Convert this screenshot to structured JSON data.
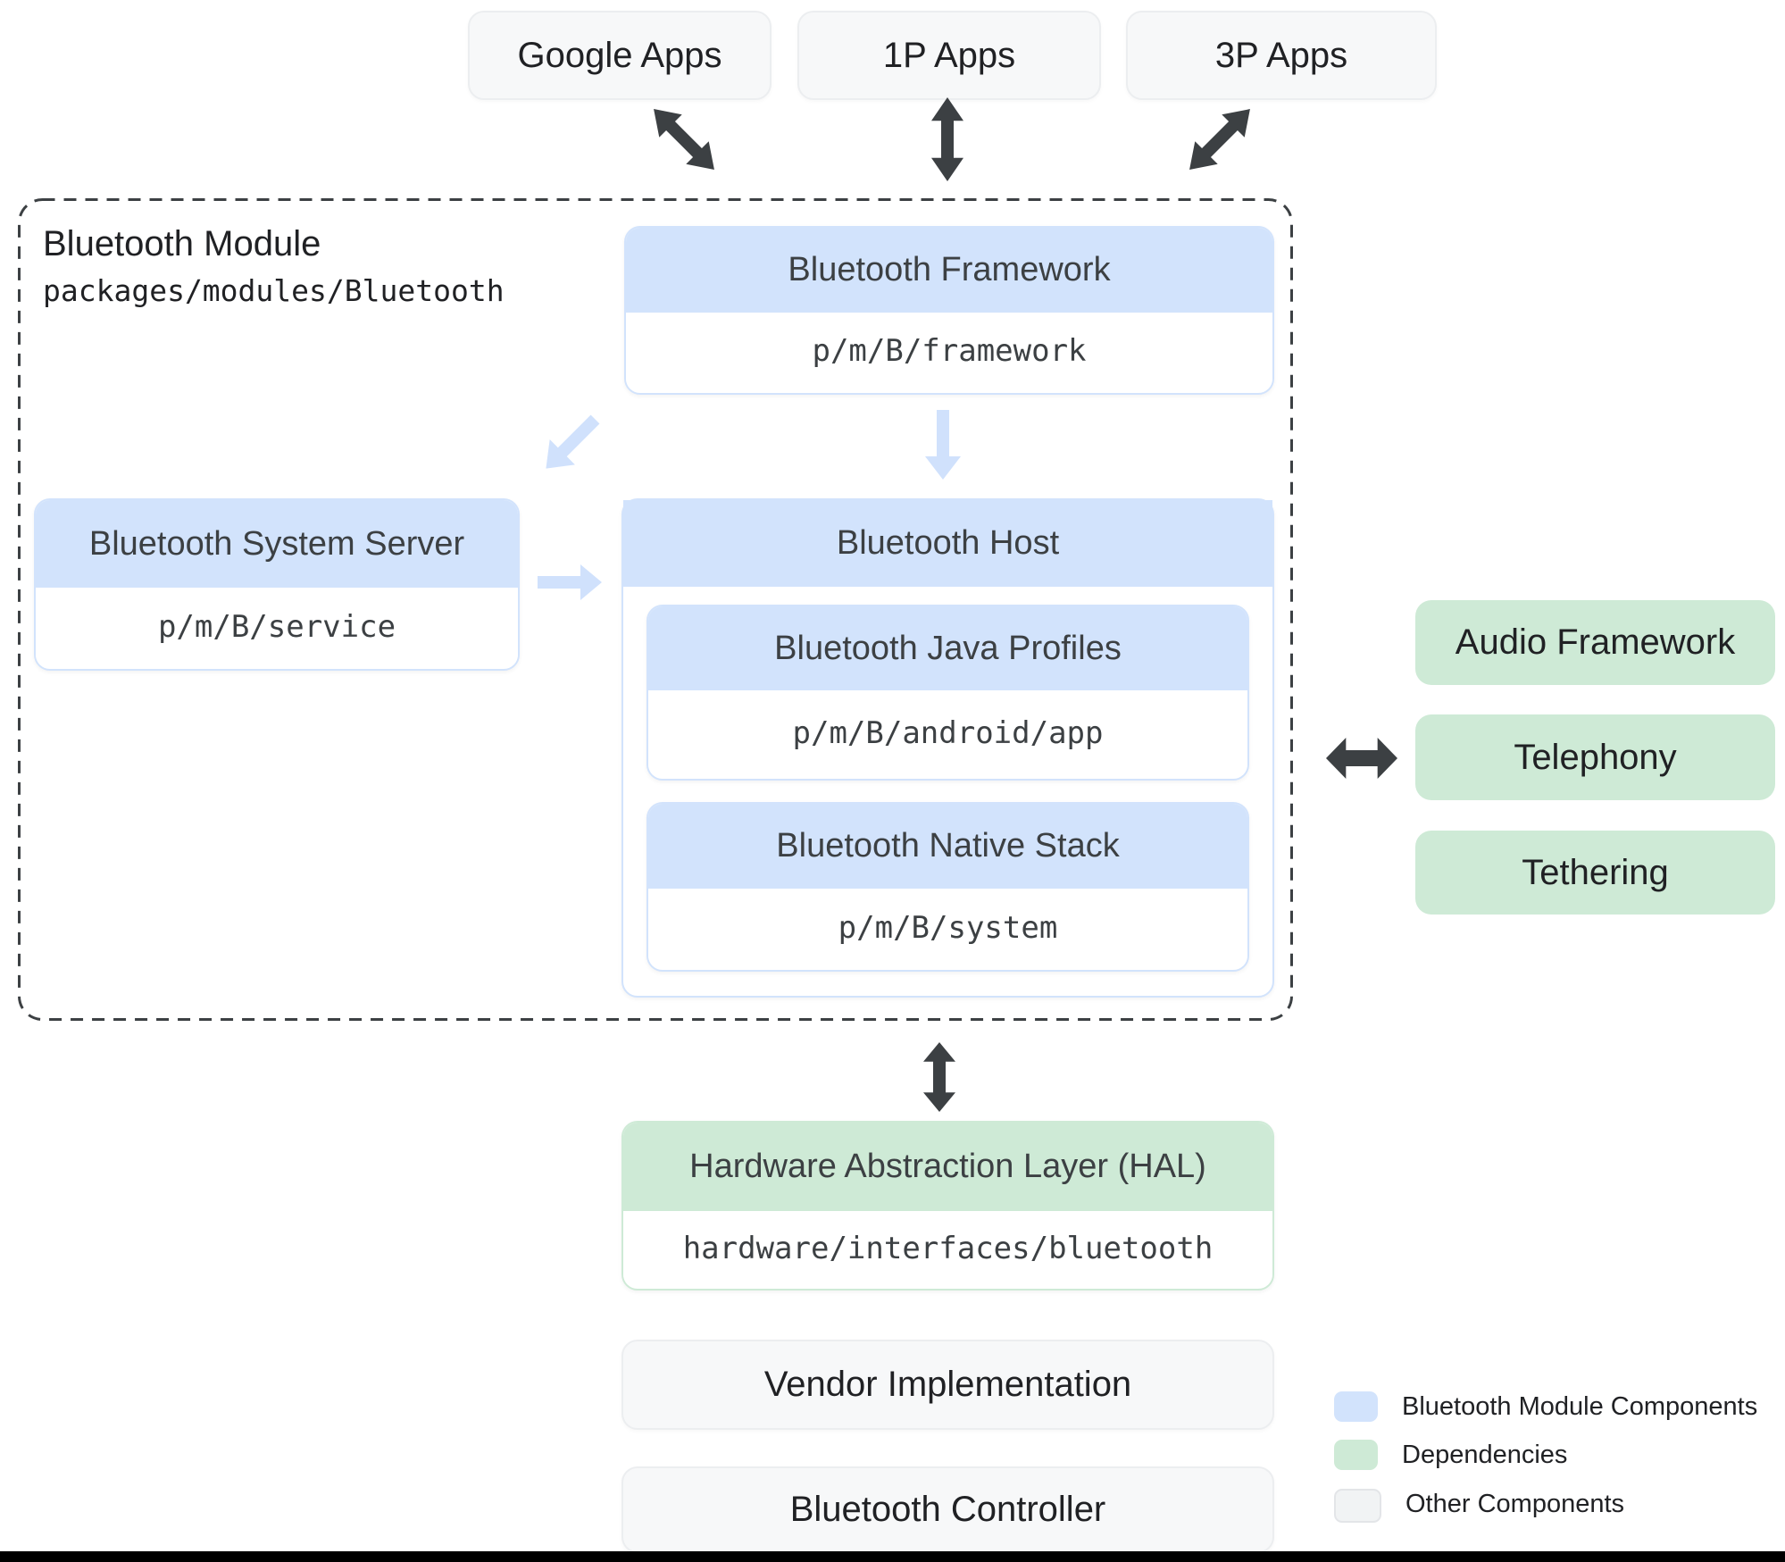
{
  "top_apps": [
    {
      "label": "Google Apps"
    },
    {
      "label": "1P Apps"
    },
    {
      "label": "3P Apps"
    }
  ],
  "module": {
    "title": "Bluetooth Module",
    "path": "packages/modules/Bluetooth",
    "framework": {
      "title": "Bluetooth Framework",
      "path": "p/m/B/framework"
    },
    "system_server": {
      "title": "Bluetooth System Server",
      "path": "p/m/B/service"
    },
    "host": {
      "title": "Bluetooth Host",
      "java_profiles": {
        "title": "Bluetooth Java Profiles",
        "path": "p/m/B/android/app"
      },
      "native_stack": {
        "title": "Bluetooth Native Stack",
        "path": "p/m/B/system"
      }
    }
  },
  "dependencies": [
    {
      "label": "Audio Framework"
    },
    {
      "label": "Telephony"
    },
    {
      "label": "Tethering"
    }
  ],
  "hal": {
    "title": "Hardware Abstraction Layer (HAL)",
    "path": "hardware/interfaces/bluetooth"
  },
  "other_components": {
    "vendor": {
      "label": "Vendor Implementation"
    },
    "controller": {
      "label": "Bluetooth Controller"
    }
  },
  "legend": [
    {
      "label": "Bluetooth Module Components",
      "color": "#d2e3fc"
    },
    {
      "label": "Dependencies",
      "color": "#ceead6"
    },
    {
      "label": "Other Components",
      "color": "#f1f3f4"
    }
  ],
  "colors": {
    "module_component_fill": "#d2e3fc",
    "dependency_fill": "#ceead6",
    "other_fill": "#f1f3f4",
    "dark_arrow": "#3c4043",
    "light_arrow": "#d0e1fc"
  }
}
